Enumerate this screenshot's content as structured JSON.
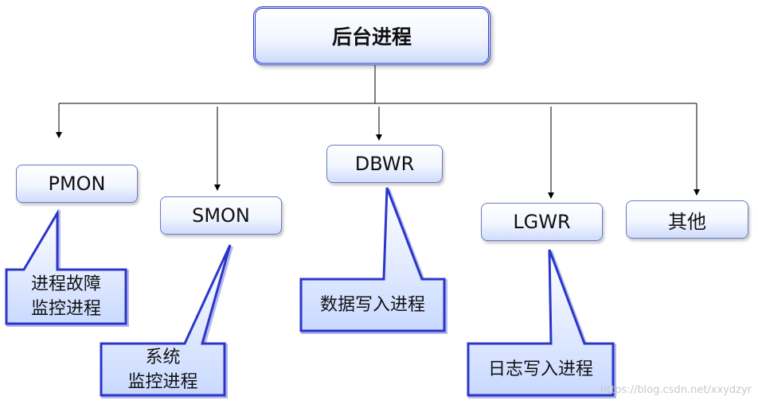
{
  "root": {
    "label": "后台进程"
  },
  "processes": [
    {
      "label": "PMON"
    },
    {
      "label": "SMON"
    },
    {
      "label": "DBWR"
    },
    {
      "label": "LGWR"
    },
    {
      "label": "其他"
    }
  ],
  "callouts": [
    {
      "text": "进程故障\n监控进程"
    },
    {
      "text": "系统\n监控进程"
    },
    {
      "text": "数据写入进程"
    },
    {
      "text": "日志写入进程"
    }
  ],
  "watermark": "https://blog.csdn.net/xxydzyr",
  "colors": {
    "line": "#000000",
    "node_border": "#6b79c7",
    "root_border": "#2d3fc9",
    "callout_fill": "#dfe9ff",
    "callout_stroke": "#2b36c9"
  }
}
